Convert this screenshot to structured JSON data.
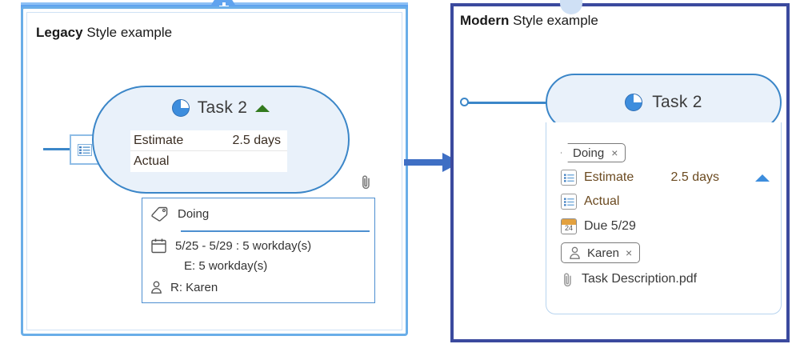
{
  "colors": {
    "legacy_border": "#6aaee8",
    "modern_border": "#3b4a9e",
    "node_fill": "#e9f1fa",
    "node_stroke": "#3b86c8",
    "arrow": "#3f6fc4",
    "accent_amber": "#e3a13f",
    "triangle_green": "#337a1e",
    "triangle_blue": "#3d8ddd"
  },
  "legacy": {
    "title_bold": "Legacy",
    "title_rest": " Style example",
    "node": {
      "task_label": "Task 2",
      "pie_icon": "pie-progress-icon",
      "priority_icon": "triangle-up-green-icon",
      "fields": [
        {
          "key": "Estimate",
          "value": "2.5 days"
        },
        {
          "key": "Actual",
          "value": ""
        }
      ],
      "attachment_icon": "paperclip-icon",
      "left_icon": "list-icon"
    },
    "popup": {
      "tag_icon": "tag-icon",
      "tag_label": "Doing",
      "calendar_icon": "calendar-icon",
      "date_line": "5/25 - 5/29 : 5 workday(s)",
      "estimate_line": "E: 5 workday(s)",
      "person_icon": "person-icon",
      "resource_line": "R: Karen"
    }
  },
  "arrow": {
    "icon": "arrow-right-icon"
  },
  "modern": {
    "title_bold": "Modern",
    "title_rest": " Style example",
    "node": {
      "task_label": "Task 2",
      "pie_icon": "pie-progress-icon"
    },
    "rows": [
      {
        "kind": "tag-chip",
        "icon": "tag-chip-icon",
        "label": "Doing",
        "value": "",
        "close": "×"
      },
      {
        "kind": "list",
        "icon": "list-icon",
        "label": "Estimate",
        "value": "2.5 days",
        "trailing_icon": "triangle-up-blue-icon"
      },
      {
        "kind": "list",
        "icon": "list-icon",
        "label": "Actual",
        "value": ""
      },
      {
        "kind": "calendar",
        "icon": "calendar-24-icon",
        "label": "Due 5/29",
        "value": "",
        "day": "24"
      },
      {
        "kind": "person-chip",
        "icon": "person-icon",
        "label": "Karen",
        "value": "",
        "close": "×"
      },
      {
        "kind": "attachment",
        "icon": "paperclip-icon",
        "label": "Task Description.pdf",
        "value": ""
      }
    ]
  }
}
